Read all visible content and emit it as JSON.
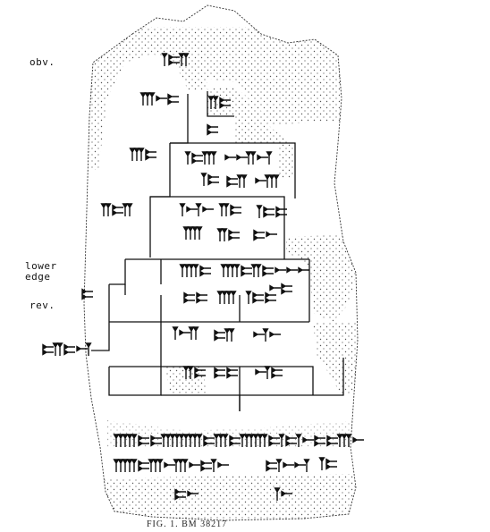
{
  "labels": {
    "obverse": "obv.",
    "lower_edge_line1": "lower",
    "lower_edge_line2": "edge",
    "reverse": "rev."
  },
  "caption": "FIG. 1. BM 38217",
  "palette": {
    "ink": "#111111",
    "stipple": "#555555",
    "paper": "#ffffff"
  },
  "icons": [
    "clay-tablet-drawing",
    "cuneiform-sign",
    "stipple-damage-texture"
  ]
}
